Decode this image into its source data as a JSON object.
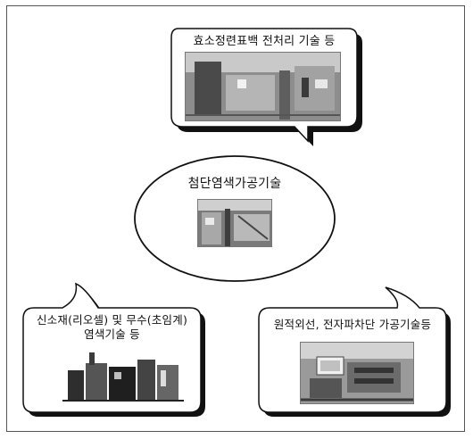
{
  "diagram": {
    "center": {
      "label": "첨단염색가공기술",
      "photo_icon": "textile-machinery-photo"
    },
    "top": {
      "label": "효소정련표백 전처리 기술 등",
      "photo_icon": "pretreatment-machinery-photo"
    },
    "bottom_left": {
      "label_line1": "신소재(리오셀) 및 무수(초임계)",
      "label_line2": "염색기술 등",
      "photo_icon": "dyeing-plant-photo"
    },
    "bottom_right": {
      "label": "원적외선, 전자파차단 가공기술등",
      "photo_icon": "finishing-machine-photo"
    }
  }
}
